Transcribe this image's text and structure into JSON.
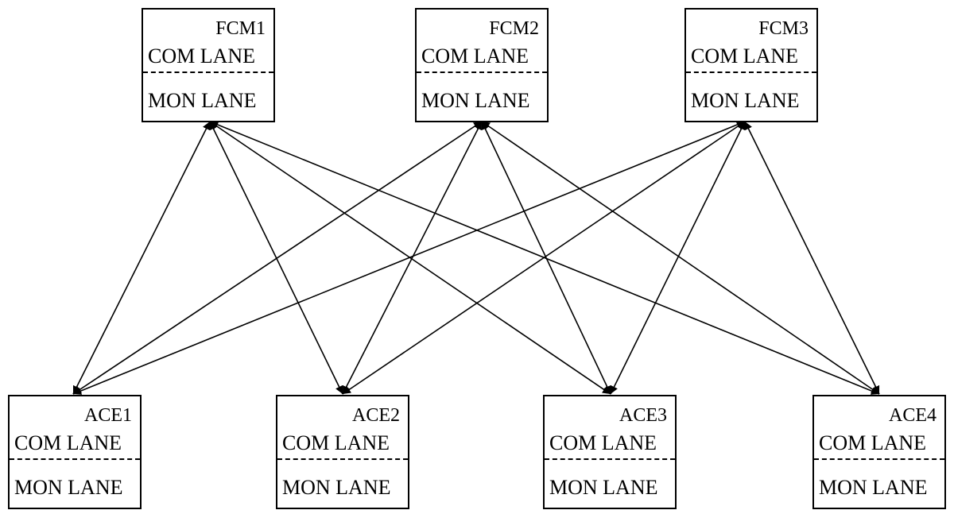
{
  "fcm_nodes": [
    {
      "id": "FCM1",
      "com_label": "COM LANE",
      "mon_label": "MON LANE"
    },
    {
      "id": "FCM2",
      "com_label": "COM LANE",
      "mon_label": "MON LANE"
    },
    {
      "id": "FCM3",
      "com_label": "COM LANE",
      "mon_label": "MON LANE"
    }
  ],
  "ace_nodes": [
    {
      "id": "ACE1",
      "com_label": "COM LANE",
      "mon_label": "MON LANE"
    },
    {
      "id": "ACE2",
      "com_label": "COM LANE",
      "mon_label": "MON LANE"
    },
    {
      "id": "ACE3",
      "com_label": "COM LANE",
      "mon_label": "MON LANE"
    },
    {
      "id": "ACE4",
      "com_label": "COM LANE",
      "mon_label": "MON LANE"
    }
  ],
  "connections": [
    {
      "from": "FCM1",
      "to": "ACE1",
      "bidirectional": true
    },
    {
      "from": "FCM1",
      "to": "ACE2",
      "bidirectional": true
    },
    {
      "from": "FCM1",
      "to": "ACE3",
      "bidirectional": true
    },
    {
      "from": "FCM1",
      "to": "ACE4",
      "bidirectional": true
    },
    {
      "from": "FCM2",
      "to": "ACE1",
      "bidirectional": true
    },
    {
      "from": "FCM2",
      "to": "ACE2",
      "bidirectional": true
    },
    {
      "from": "FCM2",
      "to": "ACE3",
      "bidirectional": true
    },
    {
      "from": "FCM2",
      "to": "ACE4",
      "bidirectional": true
    },
    {
      "from": "FCM3",
      "to": "ACE1",
      "bidirectional": true
    },
    {
      "from": "FCM3",
      "to": "ACE2",
      "bidirectional": true
    },
    {
      "from": "FCM3",
      "to": "ACE3",
      "bidirectional": true
    },
    {
      "from": "FCM3",
      "to": "ACE4",
      "bidirectional": true
    }
  ],
  "colors": {
    "line": "#000000",
    "box_border": "#000000",
    "background": "#ffffff"
  }
}
